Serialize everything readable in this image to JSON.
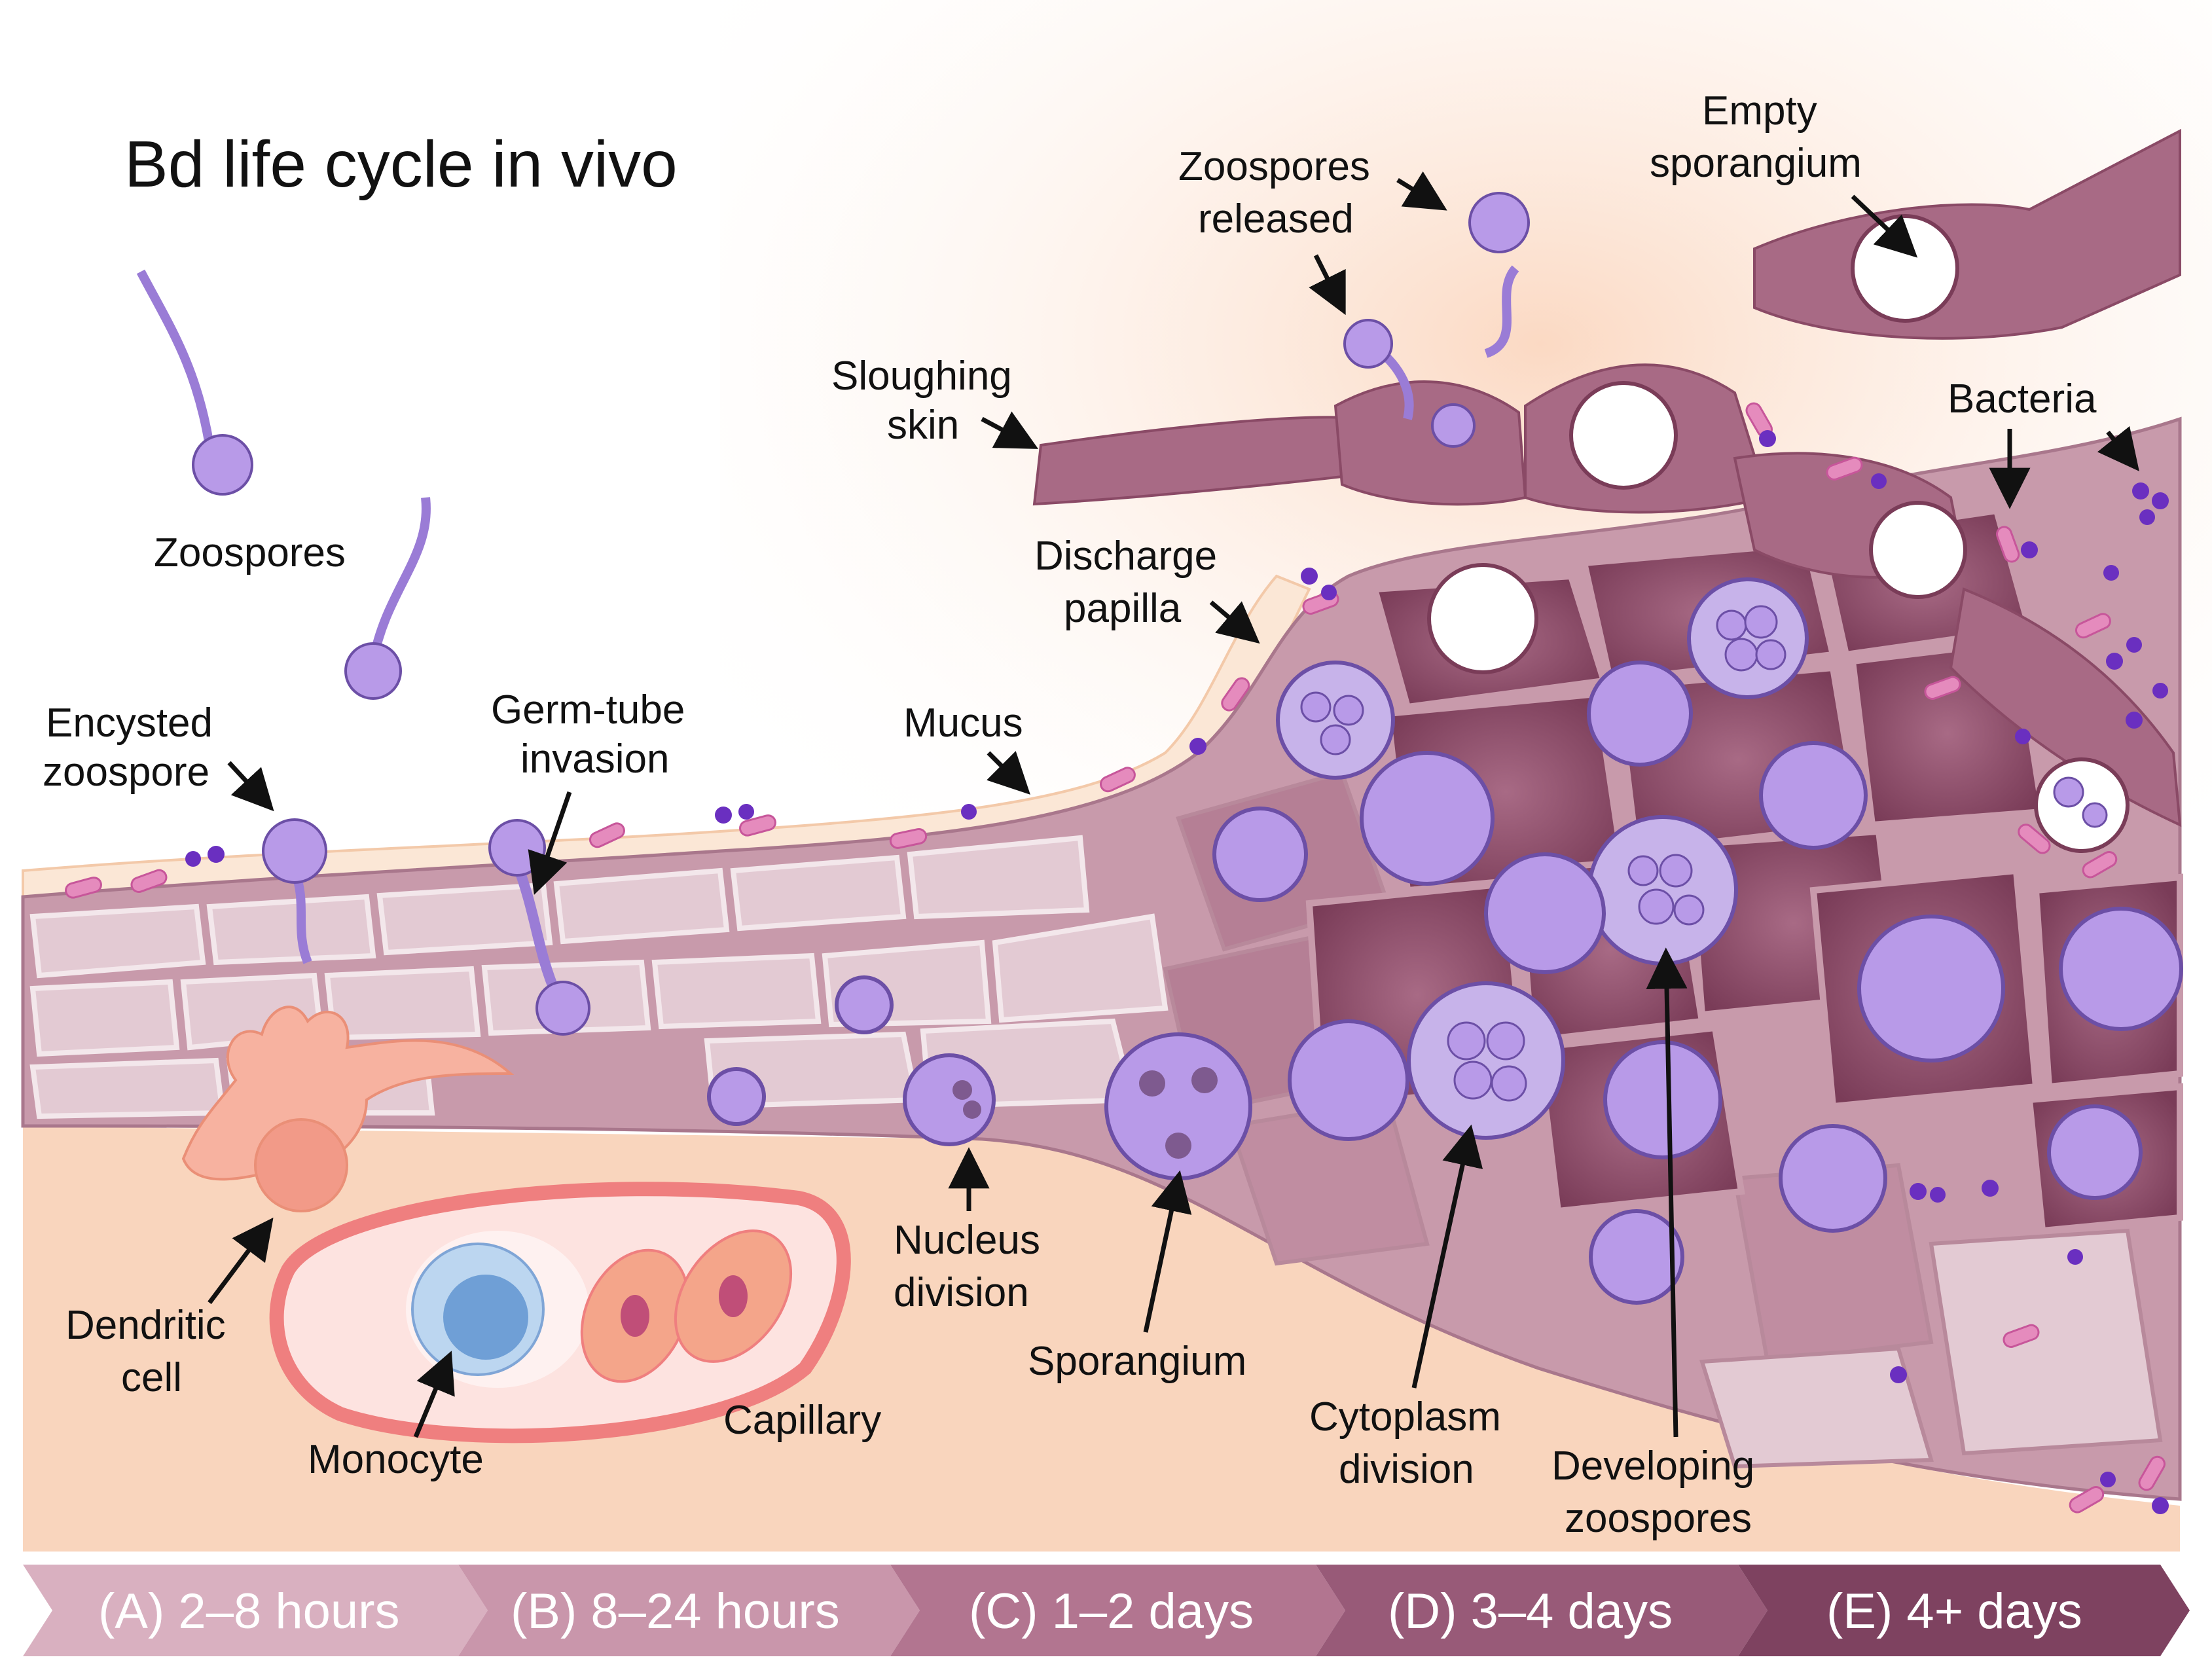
{
  "title": "Bd life cycle in vivo",
  "labels": {
    "zoospores": "Zoospores",
    "encysted_1": "Encysted",
    "encysted_2": "zoospore",
    "germ_1": "Germ-tube",
    "germ_2": "invasion",
    "mucus": "Mucus",
    "sloughing_1": "Sloughing",
    "sloughing_2": "skin",
    "released_1": "Zoospores",
    "released_2": "released",
    "empty_1": "Empty",
    "empty_2": "sporangium",
    "bacteria": "Bacteria",
    "papilla_1": "Discharge",
    "papilla_2": "papilla",
    "dendritic_1": "Dendritic",
    "dendritic_2": "cell",
    "monocyte": "Monocyte",
    "capillary": "Capillary",
    "nucleus_1": "Nucleus",
    "nucleus_2": "division",
    "sporangium": "Sporangium",
    "cytoplasm_1": "Cytoplasm",
    "cytoplasm_2": "division",
    "developing_1": "Developing",
    "developing_2": "zoospores"
  },
  "stages": [
    {
      "label": "(A) 2–8 hours",
      "color": "#d9b0c0"
    },
    {
      "label": "(B) 8–24 hours",
      "color": "#c996ab"
    },
    {
      "label": "(C) 1–2 days",
      "color": "#b27590"
    },
    {
      "label": "(D) 3–4 days",
      "color": "#985a78"
    },
    {
      "label": "(E) 4+ days",
      "color": "#7e4260"
    }
  ],
  "colors": {
    "dermis": "#f9d5bd",
    "epidermis": "#c89aab",
    "cell_light": "#e8d2d9",
    "cell_mid": "#c38fa1",
    "cell_dark": "#8a4a66",
    "fungus": "#b89ae8",
    "fungus_stroke": "#6c4fa6",
    "mucus": "#fbe7d6",
    "bacteria_rod": "#e58bbd",
    "bacteria_cocci": "#6a2fc0",
    "capillary": "#ef7f7f",
    "monocyte": "#8fb8e3"
  }
}
